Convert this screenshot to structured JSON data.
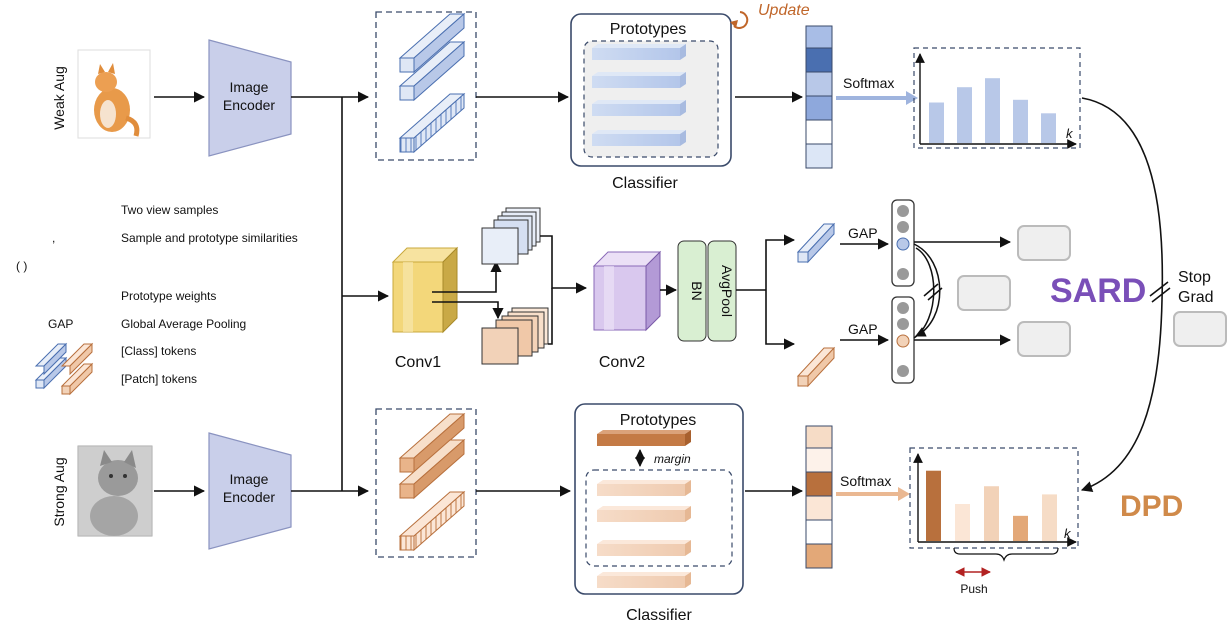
{
  "views": {
    "weak": "Weak Aug",
    "strong": "Strong Aug"
  },
  "encoder": {
    "line1": "Image",
    "line2": "Encoder"
  },
  "top_branch": {
    "prototypes_title": "Prototypes",
    "classifier_label": "Classifier",
    "update_label": "Update",
    "softmax_label": "Softmax",
    "axis_k": "k",
    "bar_values": [
      0.45,
      0.62,
      0.72,
      0.48,
      0.33
    ]
  },
  "bottom_branch": {
    "prototypes_title": "Prototypes",
    "margin_label": "margin",
    "classifier_label": "Classifier",
    "softmax_label": "Softmax",
    "axis_k": "k",
    "push_label": "Push",
    "bar_values": [
      0.95,
      0.5,
      0.74,
      0.34,
      0.63
    ]
  },
  "middle_branch": {
    "conv1_label": "Conv1",
    "conv2_label": "Conv2",
    "bn_label": "BN",
    "avgpool_label": "AvgPool",
    "gap_top": "GAP",
    "gap_bottom": "GAP"
  },
  "methods": {
    "sard": "SARD",
    "dpd": "DPD",
    "stop_grad_line1": "Stop",
    "stop_grad_line2": "Grad"
  },
  "legend": {
    "items": [
      {
        "prefix": "",
        "text": "Two view samples"
      },
      {
        "prefix": ",",
        "text": "Sample and prototype similarities"
      },
      {
        "prefix": "( )",
        "text": ""
      },
      {
        "prefix": "",
        "text": "Prototype weights"
      },
      {
        "prefix": "GAP",
        "text": "Global Average Pooling"
      },
      {
        "prefix": "",
        "text": "[Class] tokens"
      },
      {
        "prefix": "",
        "text": "[Patch] tokens"
      }
    ]
  },
  "colors": {
    "blue_dark": "#4a6fb0",
    "blue_light": "#b8c8e8",
    "orange_dark": "#b8703d",
    "orange_light": "#f2d2b8",
    "sard": "#7a4fb8",
    "dpd": "#d08a4a",
    "update": "#c0662a",
    "encoder_fill": "#c9cfea",
    "yellow": "#f3d77a",
    "purple": "#d9c8ee",
    "green": "#d9efd2"
  }
}
